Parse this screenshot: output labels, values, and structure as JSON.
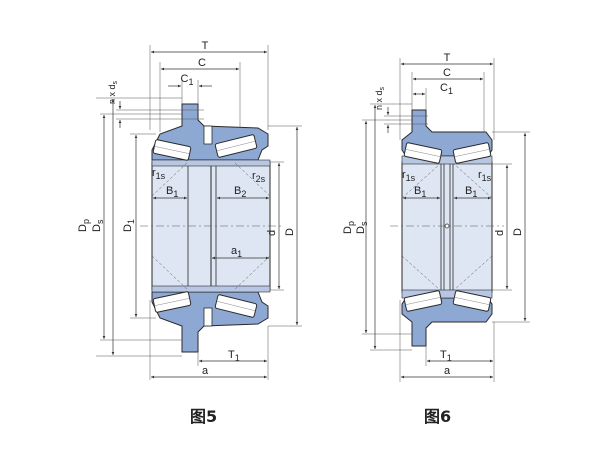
{
  "colors": {
    "housing": "#8ea8d4",
    "roller": "#ffffff",
    "bore": "#dfe6f3",
    "rim": "#b6c6e3",
    "line": "#2a2a2a"
  },
  "fig5": {
    "caption": "图5",
    "labels": {
      "T": "T",
      "C": "C",
      "C1": "C",
      "C1_sub": "1",
      "nxds": "n x d",
      "nxds_sub": "s",
      "Dp": "D",
      "Dp_sub": "p",
      "Ds": "D",
      "Ds_sub": "s",
      "D1": "D",
      "D1_sub": "1",
      "r1s": "r",
      "r1s_sub": "1s",
      "r2s": "r",
      "r2s_sub": "2s",
      "B1": "B",
      "B1_sub": "1",
      "B2": "B",
      "B2_sub": "2",
      "a1": "a",
      "a1_sub": "1",
      "d": "d",
      "D": "D",
      "T1": "T",
      "T1_sub": "1",
      "a": "a"
    }
  },
  "fig6": {
    "caption": "图6",
    "labels": {
      "T": "T",
      "C": "C",
      "C1": "C",
      "C1_sub": "1",
      "nxds": "n x d",
      "nxds_sub": "s",
      "Dp": "D",
      "Dp_sub": "p",
      "Ds": "D",
      "Ds_sub": "s",
      "r1s_left": "r",
      "r1s_left_sub": "1s",
      "r1s_right": "r",
      "r1s_right_sub": "1s",
      "B1_left": "B",
      "B1_left_sub": "1",
      "B1_right": "B",
      "B1_right_sub": "1",
      "d": "d",
      "D": "D",
      "T1": "T",
      "T1_sub": "1",
      "a": "a"
    }
  }
}
